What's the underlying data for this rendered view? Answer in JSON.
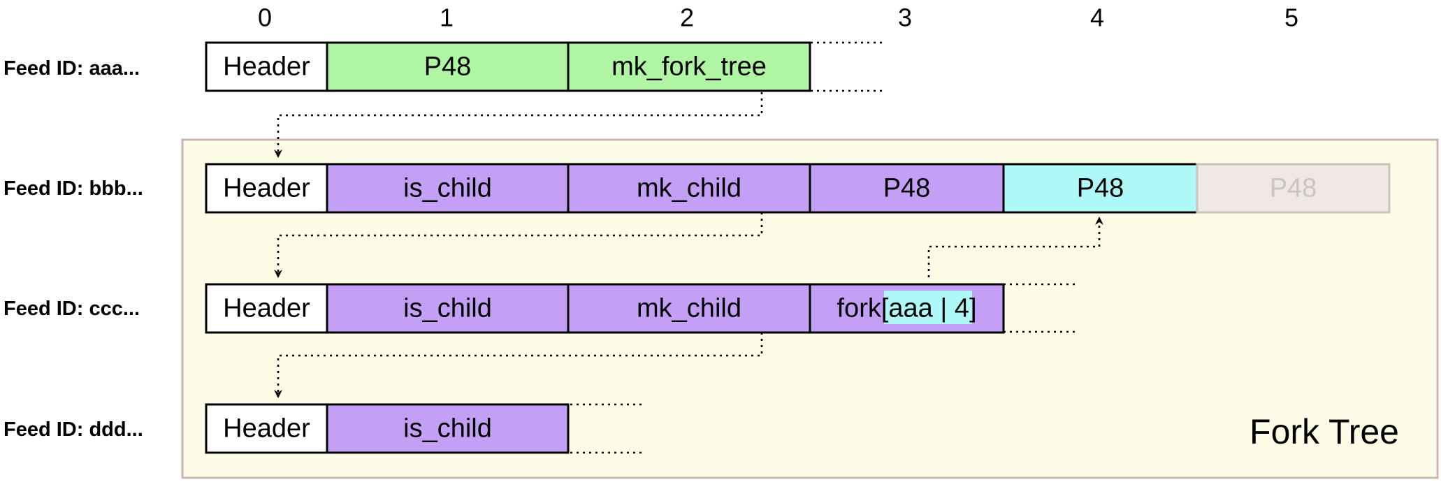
{
  "column_indices": [
    "0",
    "1",
    "2",
    "3",
    "4",
    "5"
  ],
  "region": {
    "label": "Fork Tree"
  },
  "colors": {
    "header": "#ffffff",
    "green": "#b0f5a3",
    "purple": "#c39ff5",
    "cyan": "#aef8f8",
    "ghost": "#efe8e4",
    "region_fill": "#fdfde7",
    "region_border": "#cdb6b0"
  },
  "feeds": [
    {
      "label": "Feed ID: aaa...",
      "cells": [
        {
          "text": "Header",
          "style": "header"
        },
        {
          "text": "P48",
          "style": "green"
        },
        {
          "text": "mk_fork_tree",
          "style": "green"
        }
      ]
    },
    {
      "label": "Feed ID: bbb...",
      "cells": [
        {
          "text": "Header",
          "style": "header"
        },
        {
          "text": "is_child",
          "style": "purple"
        },
        {
          "text": "mk_child",
          "style": "purple"
        },
        {
          "text": "P48",
          "style": "purple"
        },
        {
          "text": "P48",
          "style": "cyan"
        },
        {
          "text": "P48",
          "style": "ghost"
        }
      ]
    },
    {
      "label": "Feed ID: ccc...",
      "cells": [
        {
          "text": "Header",
          "style": "header"
        },
        {
          "text": "is_child",
          "style": "purple"
        },
        {
          "text": "mk_child",
          "style": "purple"
        },
        {
          "text": "fork[aaa | 4]",
          "style": "purple"
        }
      ]
    },
    {
      "label": "Feed ID: ddd...",
      "cells": [
        {
          "text": "Header",
          "style": "header"
        },
        {
          "text": "is_child",
          "style": "purple"
        }
      ]
    }
  ],
  "fork_cell": {
    "prefix": "fork[",
    "highlight": "aaa | 4",
    "suffix": "]"
  }
}
